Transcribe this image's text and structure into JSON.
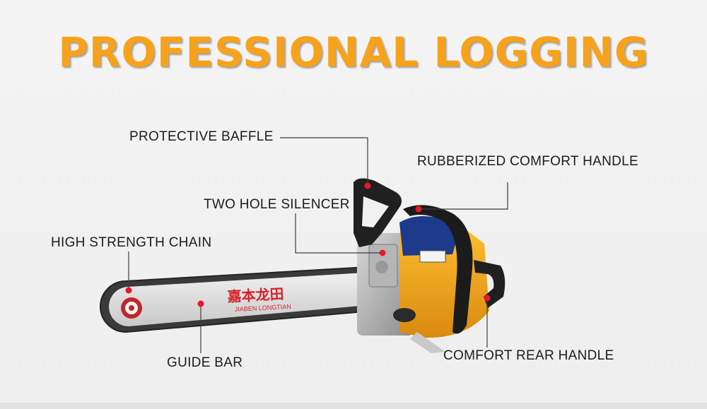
{
  "title": "PROFESSIONAL LOGGING",
  "bar_brand_chinese": "嘉本龙田",
  "bar_brand_latin": "JIABEN LONGTIAN",
  "labels": {
    "protective_baffle": "PROTECTIVE BAFFLE",
    "rubberized_comfort_handle": "RUBBERIZED COMFORT HANDLE",
    "two_hole_silencer": "TWO HOLE SILENCER",
    "high_strength_chain": "HIGH STRENGTH CHAIN",
    "guide_bar": "GUIDE BAR",
    "comfort_rear_handle": "COMFORT REAR HANDLE"
  },
  "colors": {
    "title": "#f7a21b",
    "marker": "#e8182a",
    "body": "#f2a51c",
    "guide_bar": "#e1e1e1",
    "brand_red": "#d4232a"
  }
}
